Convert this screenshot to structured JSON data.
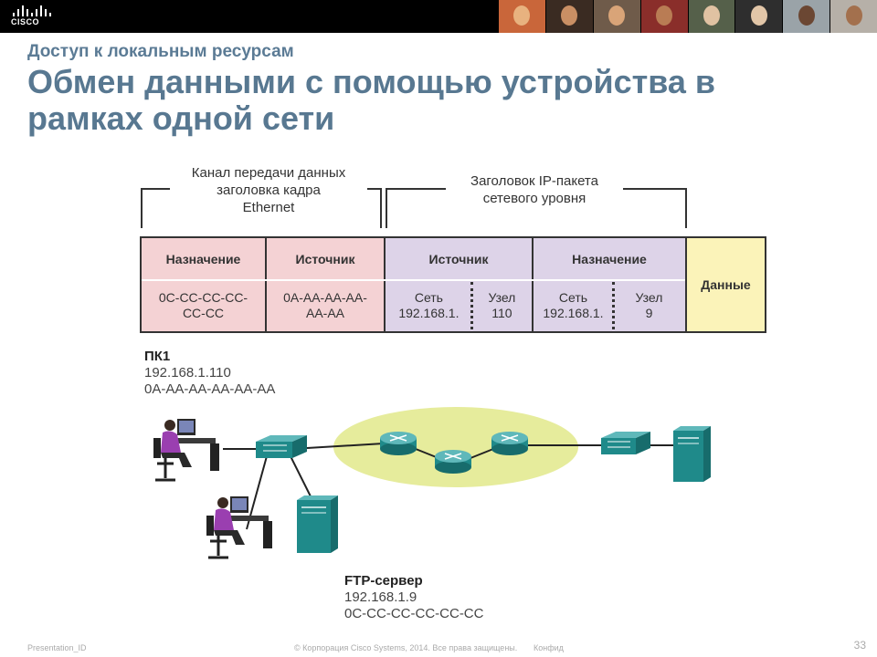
{
  "header": {
    "logo_text": "CISCO",
    "subtitle": "Доступ к локальным ресурсам",
    "title": "Обмен данными с помощью устройства в рамках одной сети"
  },
  "brackets": {
    "ethernet": [
      "Канал передачи данных",
      "заголовка кадра",
      "Ethernet"
    ],
    "ip": [
      "Заголовок IP-пакета",
      "сетевого уровня"
    ]
  },
  "frame": {
    "eth_dest_header": "Назначение",
    "eth_src_header": "Источник",
    "ip_src_header": "Источник",
    "ip_dest_header": "Назначение",
    "data_label": "Данные",
    "eth_dest_value": [
      "0C-CC-CC-CC-",
      "CC-CC"
    ],
    "eth_src_value": [
      "0A-AA-AA-AA-",
      "AA-AA"
    ],
    "ip_src_net": [
      "Сеть",
      "192.168.1."
    ],
    "ip_src_host": [
      "Узел",
      "110"
    ],
    "ip_dest_net": [
      "Сеть",
      "192.168.1."
    ],
    "ip_dest_host": [
      "Узел",
      "9"
    ]
  },
  "pc1": {
    "name": "ПК1",
    "ip": "192.168.1.110",
    "mac": "0A-AA-AA-AA-AA-AA"
  },
  "ftp_server": {
    "name": "FTP-сервер",
    "ip": "192.168.1.9",
    "mac": "0C-CC-CC-CC-CC-CC"
  },
  "footer": {
    "presentation_id": "Presentation_ID",
    "copyright": "© Корпорация Cisco Systems, 2014. Все права защищены.",
    "confidential": "Конфид",
    "page_number": "33"
  },
  "colors": {
    "title": "#587891",
    "pink": "#f4d2d4",
    "lavender": "#ddd3e8",
    "yellow": "#fbf3b9",
    "cloud": "#e6ec9c",
    "device_teal": "#1f8a8a"
  }
}
